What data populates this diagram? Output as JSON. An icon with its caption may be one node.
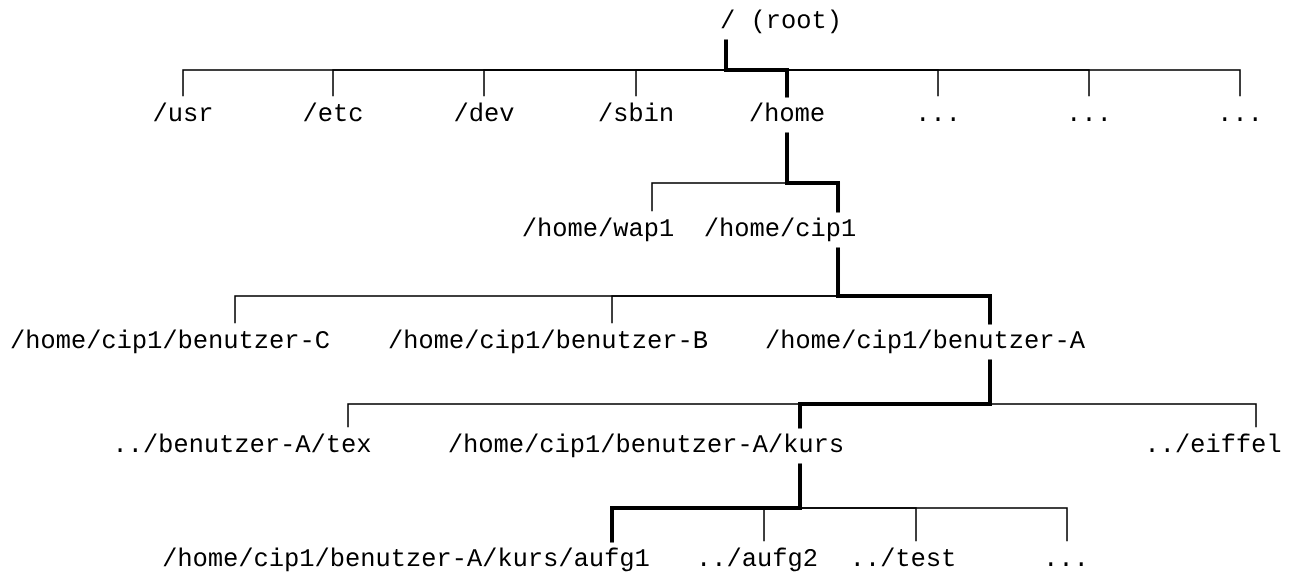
{
  "diagram": {
    "nodes": [
      {
        "text": [
          "/ (root)"
        ]
      },
      {
        "text": [
          "/usr"
        ]
      },
      {
        "text": [
          "/etc"
        ]
      },
      {
        "text": [
          "/dev"
        ]
      },
      {
        "text": [
          "/sbin"
        ]
      },
      {
        "text": [
          "/home"
        ]
      },
      {
        "text": [
          "..."
        ]
      },
      {
        "text": [
          "..."
        ]
      },
      {
        "text": [
          "..."
        ]
      },
      {
        "text": [
          "/home/wap1"
        ]
      },
      {
        "text": [
          "/home/cip1"
        ]
      },
      {
        "text": [
          "/home/cip1/benutzer-C"
        ]
      },
      {
        "text": [
          "/home/cip1/benutzer-B"
        ]
      },
      {
        "text": [
          "/home/cip1/benutzer-A"
        ]
      },
      {
        "text": [
          "../benutzer-A/tex"
        ]
      },
      {
        "text": [
          "/home/cip1/benutzer-A/kurs"
        ]
      },
      {
        "text": [
          "../eiffel"
        ]
      },
      {
        "text": [
          "/home/cip1/benutzer-A/kurs/aufg1"
        ]
      },
      {
        "text": [
          "../aufg2"
        ]
      },
      {
        "text": [
          "../test"
        ]
      },
      {
        "text": [
          "..."
        ]
      }
    ],
    "edges": [
      {
        "from": 0,
        "to": 1,
        "arrow": "none"
      },
      {
        "from": 0,
        "to": 2,
        "arrow": "none"
      },
      {
        "from": 0,
        "to": 3,
        "arrow": "none"
      },
      {
        "from": 0,
        "to": 4,
        "arrow": "none"
      },
      {
        "from": 0,
        "to": 5,
        "arrow": "none",
        "style": "thick"
      },
      {
        "from": 0,
        "to": 6,
        "arrow": "none"
      },
      {
        "from": 0,
        "to": 7,
        "arrow": "none"
      },
      {
        "from": 0,
        "to": 8,
        "arrow": "none"
      },
      {
        "from": 5,
        "to": 9,
        "arrow": "none"
      },
      {
        "from": 5,
        "to": 10,
        "arrow": "none",
        "style": "thick"
      },
      {
        "from": 10,
        "to": 11,
        "arrow": "none"
      },
      {
        "from": 10,
        "to": 12,
        "arrow": "none"
      },
      {
        "from": 10,
        "to": 13,
        "arrow": "none",
        "style": "thick"
      },
      {
        "from": 13,
        "to": 14,
        "arrow": "none"
      },
      {
        "from": 13,
        "to": 15,
        "arrow": "none",
        "style": "thick"
      },
      {
        "from": 13,
        "to": 16,
        "arrow": "none"
      },
      {
        "from": 15,
        "to": 17,
        "arrow": "none",
        "style": "thick"
      },
      {
        "from": 15,
        "to": 18,
        "arrow": "none"
      },
      {
        "from": 15,
        "to": 19,
        "arrow": "none"
      },
      {
        "from": 15,
        "to": 20,
        "arrow": "none"
      }
    ]
  }
}
